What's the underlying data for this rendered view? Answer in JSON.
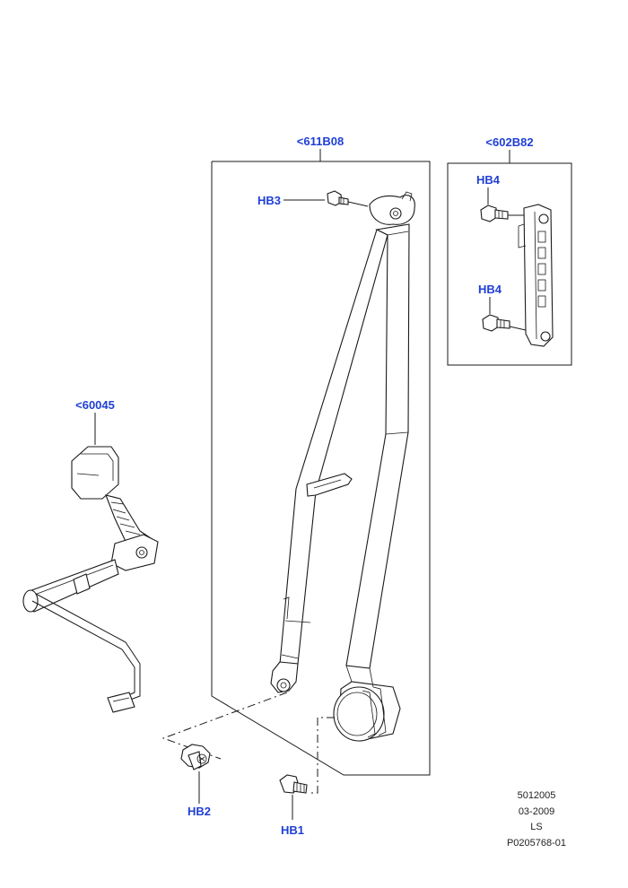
{
  "diagram": {
    "callouts": {
      "buckle_ref": "<60045",
      "belt_ref": "<611B08",
      "trim_ref": "<602B82",
      "bolt_hb1": "HB1",
      "bolt_hb2": "HB2",
      "bolt_hb3": "HB3",
      "bolt_hb4_top": "HB4",
      "bolt_hb4_bottom": "HB4"
    },
    "footer": {
      "line1": "5012005",
      "line2": "03-2009",
      "line3": "LS",
      "line4": "P0205768-01"
    },
    "colors": {
      "callout": "#1f3fd6",
      "linework": "#1a1a1a",
      "background": "#ffffff"
    }
  }
}
